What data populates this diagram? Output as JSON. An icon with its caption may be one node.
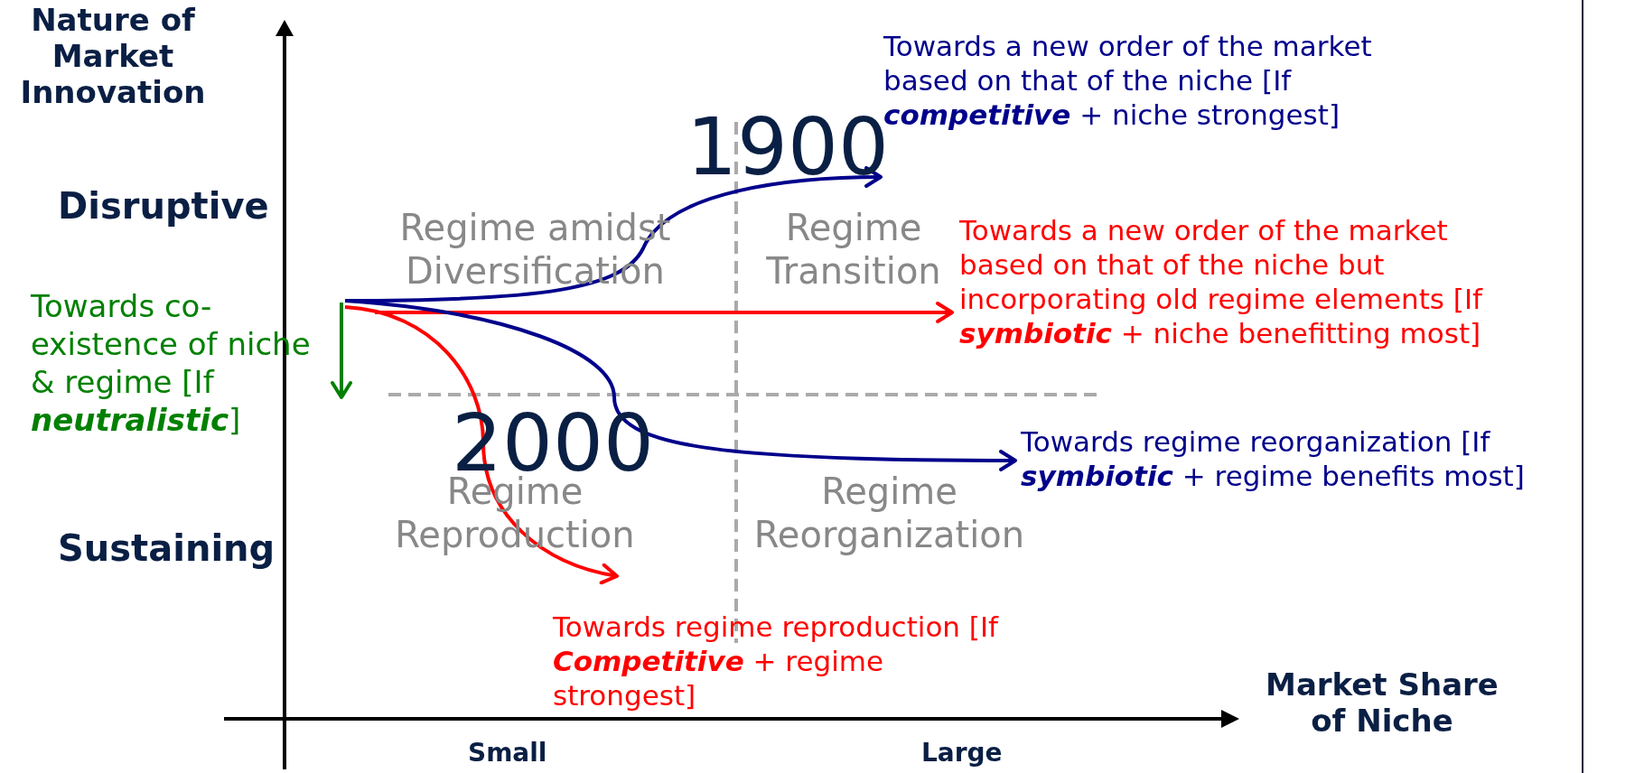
{
  "diagram": {
    "nodes": [
      {
        "text": [
          "Towards a new order of the market based on that of the niche [If **competitive** + niche strongest]"
        ]
      },
      {
        "text": [
          "Towards a new order of the market based on that of the niche but incorporating old regime elements [If **symbiotic** + niche benefitting most]"
        ]
      },
      {
        "text": [
          "Towards co-existence of niche & regime [If **neutralistic**]"
        ]
      },
      {
        "text": [
          "Towards regime reorganization [If **symbiotic** + regime benefits most]"
        ]
      },
      {
        "text": [
          "Towards regime reproduction [If **Competitive** + regime strongest]"
        ]
      }
    ],
    "edges": [
      {
        "from": 2,
        "to": 0,
        "arrow": "to",
        "color": "#00008b"
      },
      {
        "from": null,
        "to": 1,
        "arrow": "to",
        "color": "#ff0000"
      },
      {
        "from": null,
        "to": 2,
        "arrow": "to",
        "color": "#008000"
      },
      {
        "from": 2,
        "to": 3,
        "arrow": "to",
        "color": "#00008b"
      },
      {
        "from": 2,
        "to": 4,
        "arrow": "to",
        "color": "#ff0000"
      }
    ],
    "labels": [
      "Nature of Market Innovation",
      "1900",
      "Disruptive",
      "Regime amidst Diversification",
      "Regime Transition",
      "2000",
      "Regime Reproduction",
      "Regime Reorganization",
      "Sustaining",
      "Market Share of Niche",
      "Small",
      "Large"
    ]
  }
}
